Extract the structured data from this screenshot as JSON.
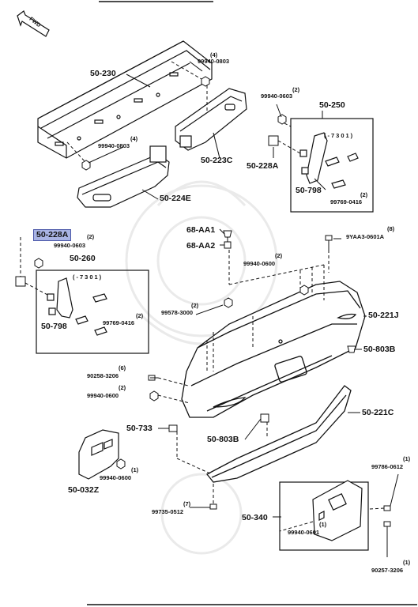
{
  "fwd": "FWD",
  "labels": {
    "p50_230": "50-230",
    "p99940_0803_a": "99940-0803",
    "q4_a": "(4)",
    "p99940_0803_b": "99940-0803",
    "q4_b": "(4)",
    "p50_223C": "50-223C",
    "p50_224E": "50-224E",
    "p99940_0603_a": "99940-0603",
    "q2_a": "(2)",
    "p50_250": "50-250",
    "p50_228A_a": "50-228A",
    "p50_798_a": "50-798",
    "p99769_0416_a": "99769-0416",
    "q2_b": "(2)",
    "serial_a": "(-7301)",
    "p68_AA1": "68-AA1",
    "p68_AA2": "68-AA2",
    "p9YAA3_0601A": "9YAA3-0601A",
    "q8": "(8)",
    "p50_228A_b": "50-228A",
    "p99940_0603_b": "99940-0603",
    "q2_c": "(2)",
    "p50_260": "50-260",
    "serial_b": "(-7301)",
    "p50_798_b": "50-798",
    "p99769_0416_b": "99769-0416",
    "q2_d": "(2)",
    "p99940_0600_a": "99940-0600",
    "q2_e": "(2)",
    "p99578_3000": "99578-3000",
    "q2_f": "(2)",
    "p50_221J": "50-221J",
    "p50_803B_a": "50-803B",
    "p90258_3206": "90258-3206",
    "q6": "(6)",
    "p99940_0600_b": "99940-0600",
    "q2_g": "(2)",
    "p50_733": "50-733",
    "p50_803B_b": "50-803B",
    "p50_221C": "50-221C",
    "p99940_0600_c": "99940-0600",
    "q1_a": "(1)",
    "p50_032Z": "50-032Z",
    "p99786_0612": "99786-0612",
    "q1_b": "(1)",
    "p99735_0512": "99735-0512",
    "q7": "(7)",
    "p50_340": "50-340",
    "p99940_0601": "99940-0601",
    "q1_c": "(1)",
    "p90257_3206": "90257-3206",
    "q1_d": "(1)"
  },
  "highlight_color": "#a9b4e4"
}
